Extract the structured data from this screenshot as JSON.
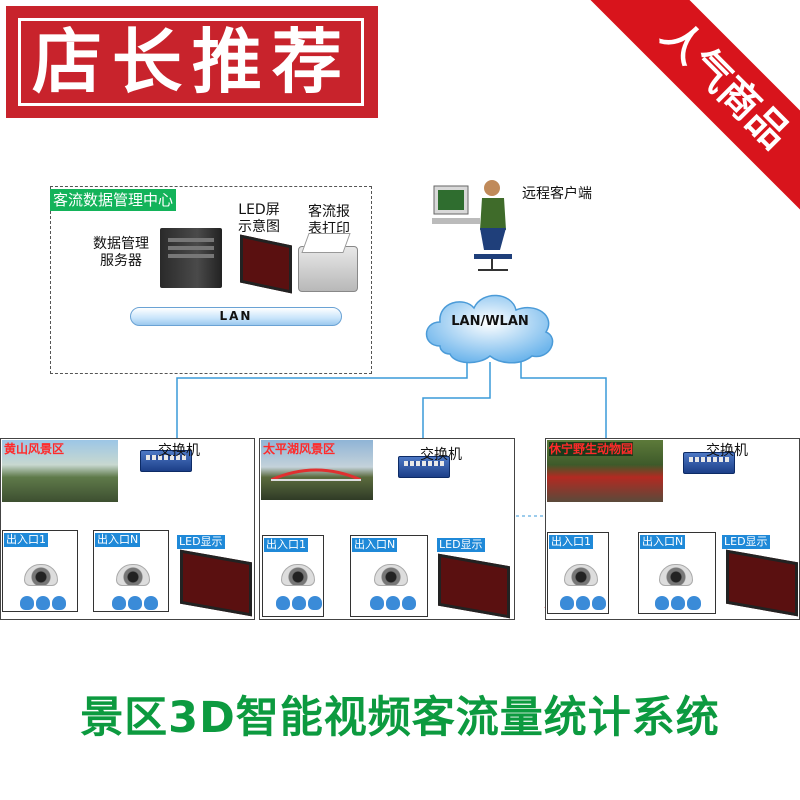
{
  "badge": {
    "title": "店长推荐",
    "color": "#c8232c"
  },
  "ribbon": {
    "text": "人气商品",
    "color": "#d8141c"
  },
  "data_center": {
    "title": "客流数据管理中心",
    "server_label_1": "数据管理",
    "server_label_2": "服务器",
    "led_label_1": "LED屏",
    "led_label_2": "示意图",
    "printer_label_1": "客流报",
    "printer_label_2": "表打印",
    "lan_label": "LAN"
  },
  "remote": {
    "label": "远程客户端"
  },
  "cloud": {
    "label": "LAN/WLAN"
  },
  "sites": [
    {
      "name": "黄山风景区",
      "switch_label": "交换机",
      "entry_1": "出入口1",
      "entry_n": "出入口N",
      "led_label": "LED显示"
    },
    {
      "name": "太平湖风景区",
      "switch_label": "交换机",
      "entry_1": "出入口1",
      "entry_n": "出入口N",
      "led_label": "LED显示"
    },
    {
      "name": "休宁野生动物园",
      "switch_label": "交换机",
      "entry_1": "出入口1",
      "entry_n": "出入口N",
      "led_label": "LED显示"
    }
  ],
  "headline": "景区3D智能视频客流量统计系统",
  "colors": {
    "headline": "#0c9a3f",
    "accent_blue": "#1f89d8",
    "link_line": "#3a9ad9",
    "danger": "#e0161e"
  },
  "icons": [
    "server-icon",
    "printer-icon",
    "cloud-icon",
    "person-at-computer-icon",
    "switch-icon",
    "dome-camera-icon",
    "people-icon",
    "led-screen-icon"
  ]
}
